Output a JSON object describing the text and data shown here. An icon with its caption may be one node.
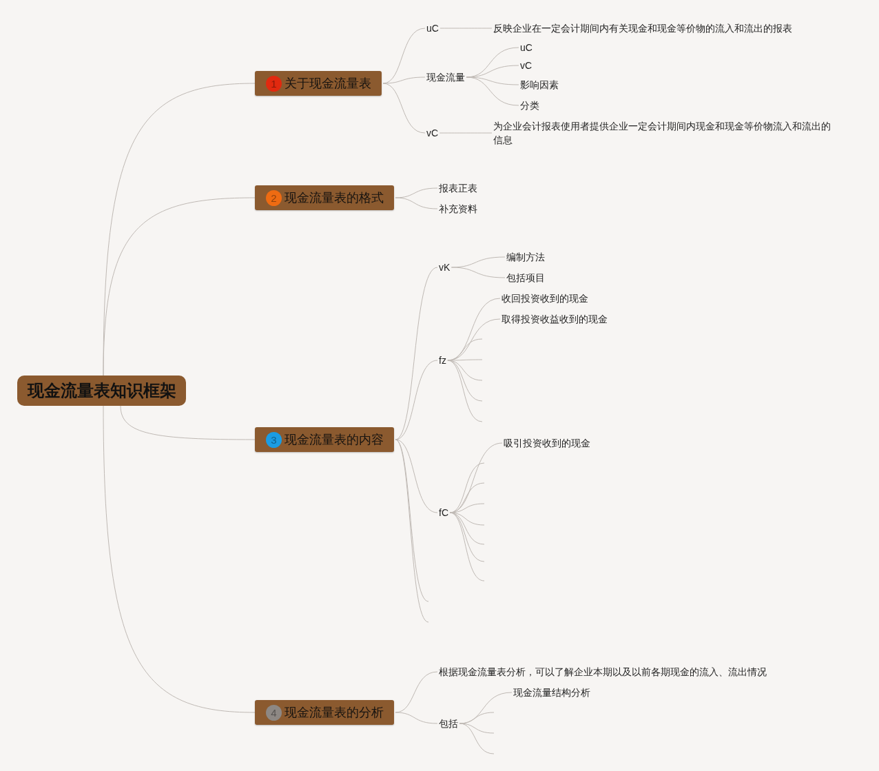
{
  "diagram": {
    "nodes": [
      {
        "text": [
          "现金流量表知识框架"
        ]
      },
      {
        "text": [
          "1",
          "关于现金流量表"
        ]
      },
      {
        "text": [
          "uC"
        ]
      },
      {
        "text": [
          "反映企业在一定会计期间内有关现金和现金等价物的流入和流出的报表"
        ]
      },
      {
        "text": [
          "现金流量"
        ]
      },
      {
        "text": [
          "uC"
        ]
      },
      {
        "text": [
          "vC"
        ]
      },
      {
        "text": [
          "影响因素"
        ]
      },
      {
        "text": [
          "分类"
        ]
      },
      {
        "text": [
          "vC"
        ]
      },
      {
        "text": [
          "为企业会计报表使用者提供企业一定会计期间内现金和现金等价物流入和流出的信息"
        ]
      },
      {
        "text": [
          "2",
          "现金流量表的格式"
        ]
      },
      {
        "text": [
          "报表正表"
        ]
      },
      {
        "text": [
          "补充资料"
        ]
      },
      {
        "text": [
          "3",
          "现金流量表的内容"
        ]
      },
      {
        "text": [
          "vK"
        ]
      },
      {
        "text": [
          "编制方法"
        ]
      },
      {
        "text": [
          "包括项目"
        ]
      },
      {
        "text": [
          "fz"
        ]
      },
      {
        "text": [
          "收回投资收到的现金"
        ]
      },
      {
        "text": [
          "取得投资收益收到的现金"
        ]
      },
      {
        "text": [
          "fC"
        ]
      },
      {
        "text": [
          "吸引投资收到的现金"
        ]
      },
      {
        "text": [
          "4",
          "现金流量表的分析"
        ]
      },
      {
        "text": [
          "根据现金流量表分析，可以了解企业本期以及以前各期现金的流入、流出情况"
        ]
      },
      {
        "text": [
          "包括"
        ]
      },
      {
        "text": [
          "现金流量结构分析"
        ]
      }
    ],
    "edges": [
      {
        "from": 0,
        "to": 1,
        "arrow": "none"
      },
      {
        "from": 0,
        "to": 11,
        "arrow": "none"
      },
      {
        "from": 0,
        "to": 14,
        "arrow": "none"
      },
      {
        "from": 0,
        "to": 23,
        "arrow": "none"
      },
      {
        "from": 1,
        "to": 2,
        "arrow": "none"
      },
      {
        "from": 1,
        "to": 4,
        "arrow": "none"
      },
      {
        "from": 1,
        "to": 9,
        "arrow": "none"
      },
      {
        "from": 2,
        "to": 3,
        "arrow": "none"
      },
      {
        "from": 4,
        "to": 5,
        "arrow": "none"
      },
      {
        "from": 4,
        "to": 6,
        "arrow": "none"
      },
      {
        "from": 4,
        "to": 7,
        "arrow": "none"
      },
      {
        "from": 4,
        "to": 8,
        "arrow": "none"
      },
      {
        "from": 9,
        "to": 10,
        "arrow": "none"
      },
      {
        "from": 11,
        "to": 12,
        "arrow": "none"
      },
      {
        "from": 11,
        "to": 13,
        "arrow": "none"
      },
      {
        "from": 14,
        "to": 15,
        "arrow": "none"
      },
      {
        "from": 14,
        "to": 18,
        "arrow": "none"
      },
      {
        "from": 14,
        "to": 21,
        "arrow": "none"
      },
      {
        "from": 14,
        "to": null,
        "arrow": "none"
      },
      {
        "from": 14,
        "to": null,
        "arrow": "none"
      },
      {
        "from": 15,
        "to": 16,
        "arrow": "none"
      },
      {
        "from": 15,
        "to": 17,
        "arrow": "none"
      },
      {
        "from": 18,
        "to": 19,
        "arrow": "none"
      },
      {
        "from": 18,
        "to": 20,
        "arrow": "none"
      },
      {
        "from": 18,
        "to": null,
        "arrow": "none"
      },
      {
        "from": 18,
        "to": null,
        "arrow": "none"
      },
      {
        "from": 18,
        "to": null,
        "arrow": "none"
      },
      {
        "from": 18,
        "to": null,
        "arrow": "none"
      },
      {
        "from": 18,
        "to": null,
        "arrow": "none"
      },
      {
        "from": 21,
        "to": 22,
        "arrow": "none"
      },
      {
        "from": 21,
        "to": null,
        "arrow": "none"
      },
      {
        "from": 21,
        "to": null,
        "arrow": "none"
      },
      {
        "from": 21,
        "to": null,
        "arrow": "none"
      },
      {
        "from": 21,
        "to": null,
        "arrow": "none"
      },
      {
        "from": 21,
        "to": null,
        "arrow": "none"
      },
      {
        "from": 21,
        "to": null,
        "arrow": "none"
      },
      {
        "from": 21,
        "to": null,
        "arrow": "none"
      },
      {
        "from": 23,
        "to": 24,
        "arrow": "none"
      },
      {
        "from": 23,
        "to": 25,
        "arrow": "none"
      },
      {
        "from": 25,
        "to": 26,
        "arrow": "none"
      },
      {
        "from": 25,
        "to": null,
        "arrow": "none"
      },
      {
        "from": 25,
        "to": null,
        "arrow": "none"
      },
      {
        "from": 25,
        "to": null,
        "arrow": "none"
      }
    ]
  }
}
